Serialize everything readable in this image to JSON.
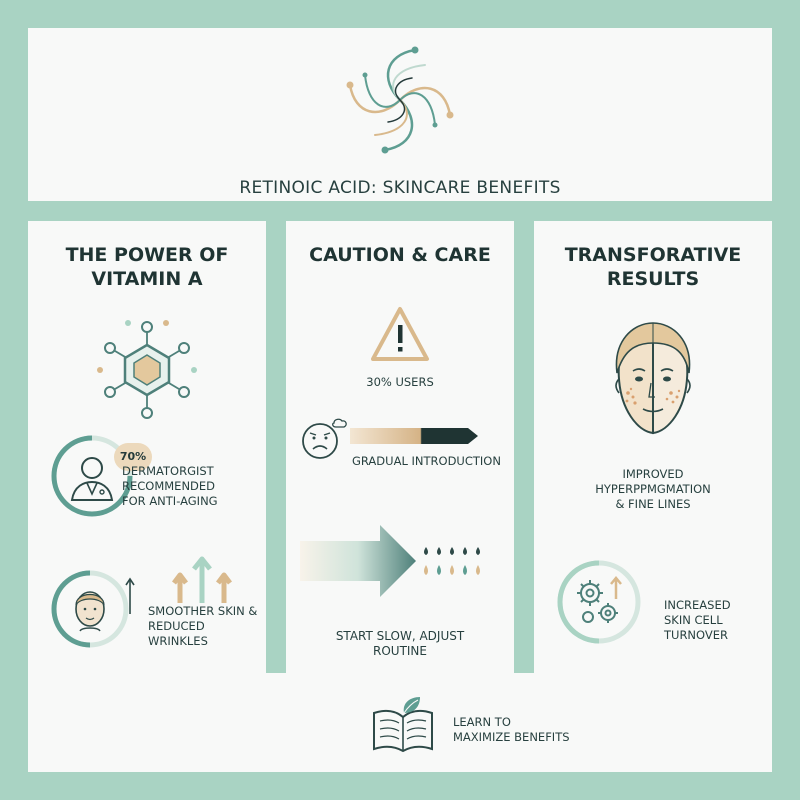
{
  "header": {
    "title": "RETINOIC ACID: SKINCARE BENEFITS",
    "logo_icon": "swirl-icon"
  },
  "columns": [
    {
      "title_line1": "THE POWER OF",
      "title_line2": "VITAMIN A",
      "molecule_icon": "molecule-icon",
      "stat": {
        "badge": "70%",
        "line1": "DERMATORGIST",
        "line2": "RECOMMENDED",
        "line3": "FOR ANTI-AGING",
        "icon": "doctor-icon"
      },
      "benefit": {
        "line1": "SMOOTHER SKIN &",
        "line2": "REDUCED WRINKLES",
        "icon": "face-icon"
      }
    },
    {
      "title": "CAUTION & CARE",
      "warning": {
        "icon": "warning-icon",
        "label": "30% USERS"
      },
      "intro": {
        "icon": "sad-face-icon",
        "label": "GRADUAL INTRODUCTION"
      },
      "routine": {
        "icon": "arrow-drops-icon",
        "line1": "START SLOW, ADJUST",
        "line2": "ROUTINE"
      }
    },
    {
      "title_line1": "TRANSFORATIVE",
      "title_line2": "RESULTS",
      "face": {
        "icon": "split-face-icon",
        "line1": "IMPROVED",
        "line2": "HYPERPPMGMATION",
        "line3": "& FINE LINES"
      },
      "turnover": {
        "icon": "gears-icon",
        "line1": "INCREASED",
        "line2": "SKIN CELL",
        "line3": "TURNOVER"
      }
    }
  ],
  "footer": {
    "icon": "book-leaf-icon",
    "line1": "LEARN TO",
    "line2": "MAXIMIZE BENEFITS"
  },
  "colors": {
    "background": "#a9d3c3",
    "teal": "#5e9e92",
    "tan": "#d9b98c",
    "dark": "#1f3433"
  }
}
